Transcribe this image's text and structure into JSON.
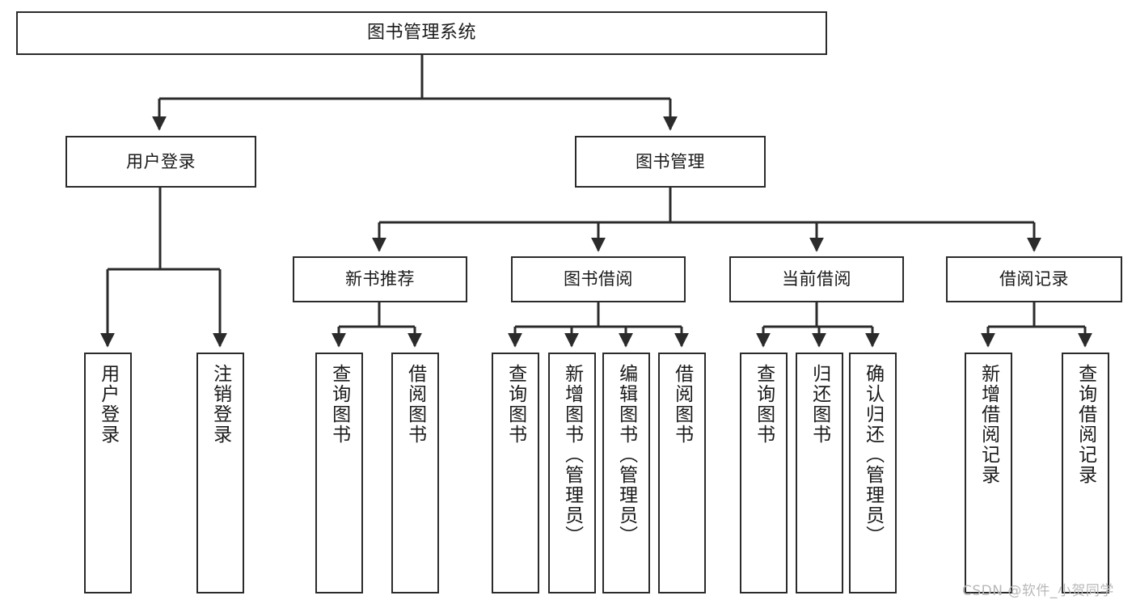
{
  "diagram": {
    "title": "图书管理系统",
    "watermark": "CSDN @软件_小贺同学",
    "colors": {
      "stroke": "#2b2b2b",
      "fill": "#ffffff",
      "text": "#1a1a1a",
      "watermark": "#b8b8b8"
    },
    "nodes": {
      "root": {
        "label": "图书管理系统"
      },
      "level2": [
        {
          "label": "用户登录"
        },
        {
          "label": "图书管理"
        }
      ],
      "level3": [
        {
          "label": "新书推荐"
        },
        {
          "label": "图书借阅"
        },
        {
          "label": "当前借阅"
        },
        {
          "label": "借阅记录"
        }
      ],
      "leaves": {
        "user_login": [
          {
            "label": "用户登录"
          },
          {
            "label": "注销登录"
          }
        ],
        "new_book": [
          {
            "label": "查询图书"
          },
          {
            "label": "借阅图书"
          }
        ],
        "book_borrow": [
          {
            "label": "查询图书"
          },
          {
            "label": "新增图书（管理员）"
          },
          {
            "label": "编辑图书（管理员）"
          },
          {
            "label": "借阅图书"
          }
        ],
        "current_borrow": [
          {
            "label": "查询图书"
          },
          {
            "label": "归还图书"
          },
          {
            "label": "确认归还（管理员）"
          }
        ],
        "borrow_record": [
          {
            "label": "新增借阅记录"
          },
          {
            "label": "查询借阅记录"
          }
        ]
      }
    }
  }
}
